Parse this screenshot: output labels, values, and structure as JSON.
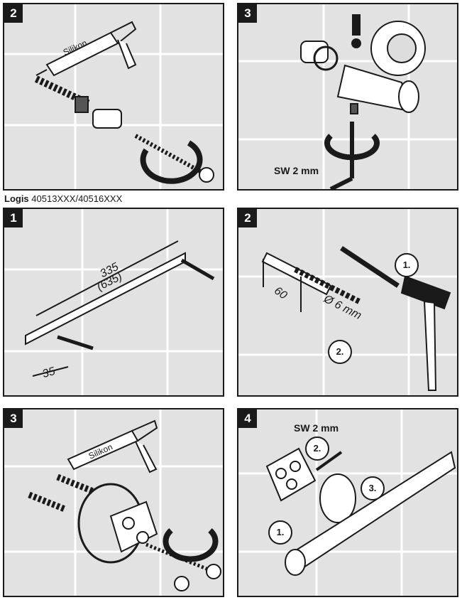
{
  "panels_top": {
    "left": {
      "number": "2",
      "cartridge_label": "Silikon"
    },
    "right": {
      "number": "3",
      "warning_mark": "!",
      "tool_label": "SW 2 mm"
    }
  },
  "model_line": {
    "brand": "Logis",
    "codes": "40513XXX/40516XXX"
  },
  "panels_mid": {
    "left": {
      "number": "1",
      "length_label": "335",
      "length_alt_label": "(635)",
      "offset_label": "35"
    },
    "right": {
      "number": "2",
      "depth_label": "60",
      "drill_label": "Ø 6 mm",
      "step1": "1.",
      "step2": "2."
    }
  },
  "panels_bottom": {
    "left": {
      "number": "3",
      "cartridge_label": "Silikon"
    },
    "right": {
      "number": "4",
      "tool_label": "SW 2 mm",
      "step1": "1.",
      "step2": "2.",
      "step3": "3."
    }
  }
}
